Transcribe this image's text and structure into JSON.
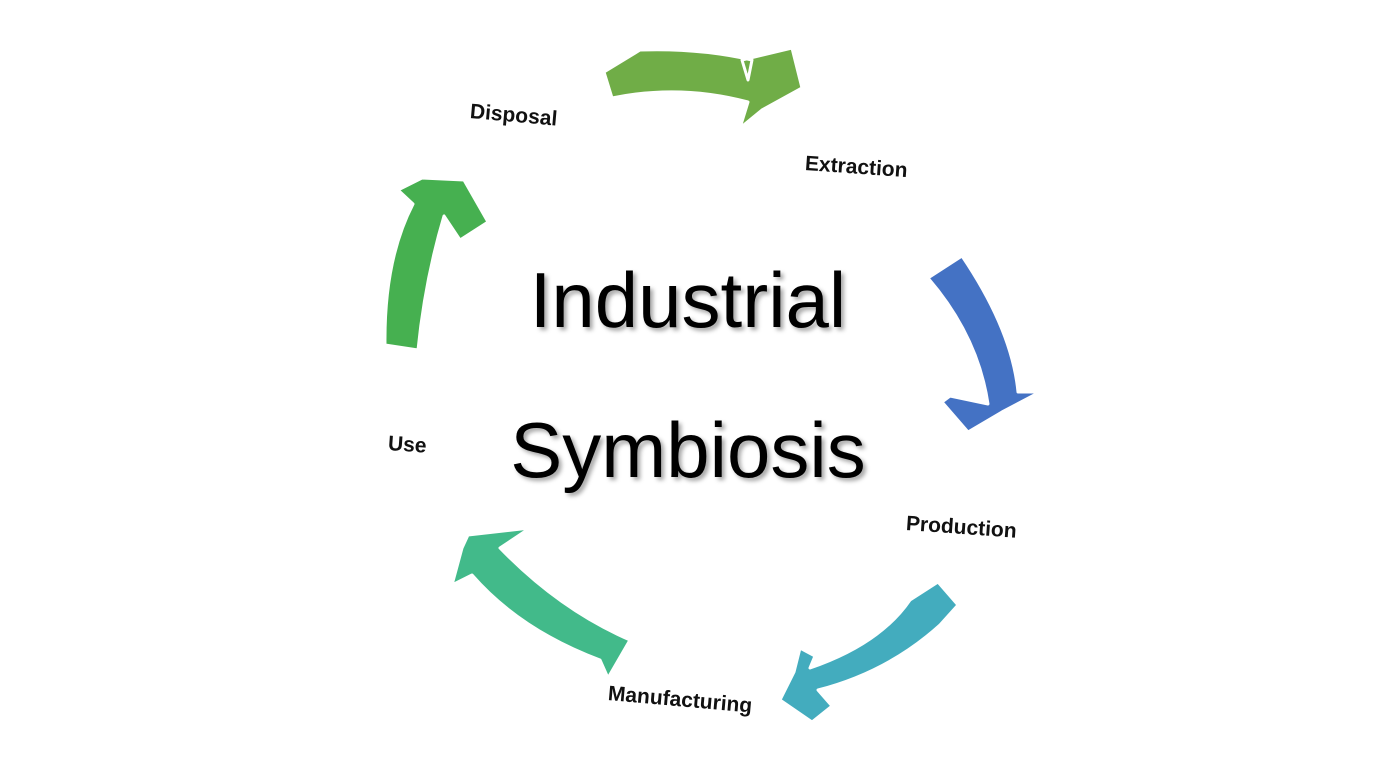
{
  "title": {
    "line1": "Industrial",
    "line2": "Symbiosis"
  },
  "stages": [
    {
      "label": "Disposal"
    },
    {
      "label": "Extraction"
    },
    {
      "label": "Production"
    },
    {
      "label": "Manufacturing"
    },
    {
      "label": "Use"
    }
  ],
  "colors": {
    "arrow_top": "#70AD47",
    "arrow_right": "#4472C4",
    "arrow_bottom_right": "#43ACBE",
    "arrow_bottom_left": "#42BA8A",
    "arrow_left": "#46B050"
  }
}
